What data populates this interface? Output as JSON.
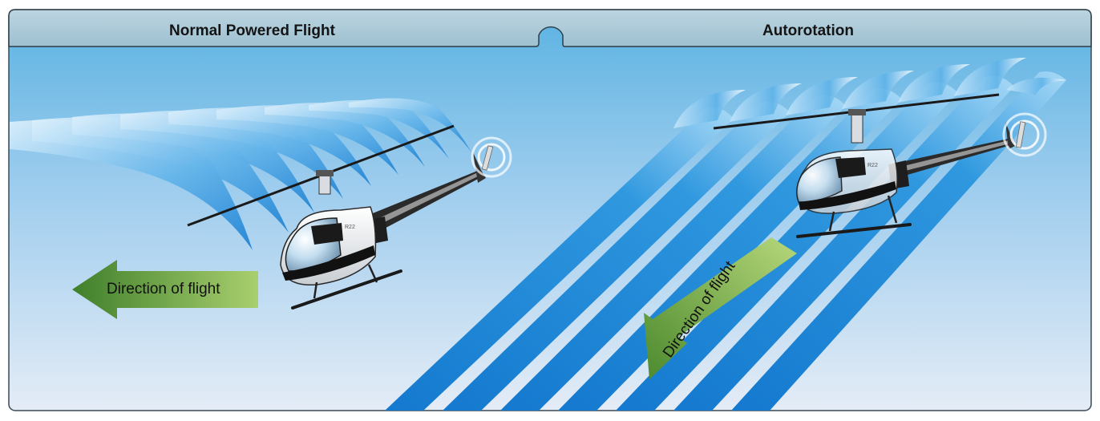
{
  "panels": {
    "left": {
      "title": "Normal Powered Flight",
      "arrow_label": "Direction of flight"
    },
    "right": {
      "title": "Autorotation",
      "arrow_label": "Direction of flight"
    }
  },
  "helicopter": {
    "model_marking": "R22"
  },
  "colors": {
    "header": "#a9c7d5",
    "sky_top": "#5ab2e2",
    "sky_bottom": "#e4ecf6",
    "airflow": "#1e8ad8",
    "arrow": "#5e9a33"
  }
}
